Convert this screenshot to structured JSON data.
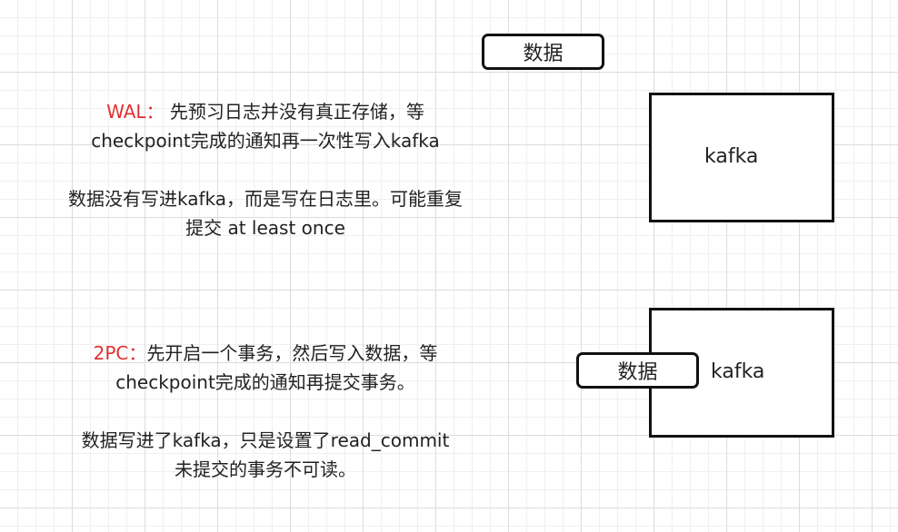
{
  "top_data_box": {
    "label": "数据"
  },
  "kafka_box_top": {
    "label": "kafka"
  },
  "kafka_box_bottom": {
    "label": "kafka"
  },
  "bottom_data_box": {
    "label": "数据"
  },
  "wal": {
    "prefix": "WAL：",
    "line1_rest": " 先预习日志并没有真正存储，等",
    "line2": "checkpoint完成的通知再一次性写入kafka",
    "line3": "数据没有写进kafka，而是写在日志里。可能重复",
    "line4": "提交 at least once"
  },
  "two_pc": {
    "prefix": "2PC：",
    "line1_rest": "先开启一个事务，然后写入数据，等",
    "line2": "checkpoint完成的通知再提交事务。",
    "line3": "数据写进了kafka，只是设置了read_commit",
    "line4": "未提交的事务不可读。"
  },
  "colors": {
    "accent_red": "#e03131",
    "border": "#111111",
    "grid": "#dcdcdc"
  }
}
